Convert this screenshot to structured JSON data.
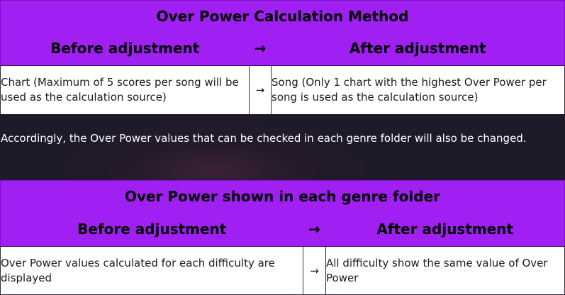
{
  "section1": {
    "title": "Over Power Calculation Method",
    "header": {
      "before": "Before adjustment",
      "arrow": "→",
      "after": "After adjustment"
    },
    "row": {
      "before": "Chart (Maximum of 5 scores per song will be used as the calculation source)",
      "arrow": "→",
      "after": "Song (Only 1 chart with the highest Over Power per song is used as the calculation source)"
    }
  },
  "banner": {
    "text": "Accordingly, the Over Power values that can be checked in each genre folder will also be changed."
  },
  "section2": {
    "title": "Over Power shown in each genre folder",
    "header": {
      "before": "Before adjustment",
      "arrow": "→",
      "after": "After adjustment"
    },
    "row": {
      "before": "Over Power values calculated for each difficulty are displayed",
      "arrow": "→",
      "after": "All difficulty show the same value of Over Power"
    }
  },
  "colors": {
    "header_purple": "#a01ff2",
    "band_dark": "#241a2b",
    "body_white": "#ffffff"
  }
}
